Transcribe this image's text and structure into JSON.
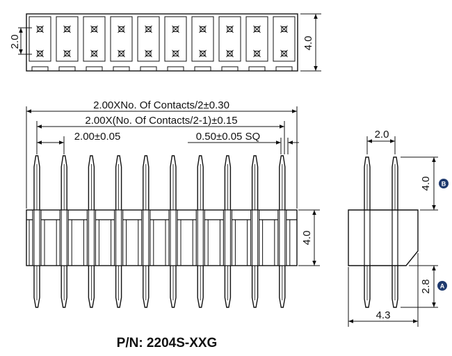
{
  "top_view": {
    "pitch_label": "2.0",
    "height_label": "4.0",
    "pin_pairs": 10
  },
  "front_view": {
    "overall_length_label": "2.00XNo. Of Contacts/2±0.30",
    "row_span_label": "2.00X(No. Of Contacts/2-1)±0.15",
    "pitch_label": "2.00±0.05",
    "pin_square_label": "0.50±0.05 SQ",
    "body_height_label": "4.0",
    "pin_count": 10
  },
  "side_view": {
    "row_pitch_label": "2.0",
    "pin_length_label": "4.0",
    "pin_length_marker": "B",
    "tail_length_label": "2.8",
    "tail_length_marker": "A",
    "body_width_label": "4.3"
  },
  "part_number": "P/N: 2204S-XXG",
  "colors": {
    "line": "#111111",
    "badge": "#1f3a6e",
    "background": "#ffffff"
  }
}
